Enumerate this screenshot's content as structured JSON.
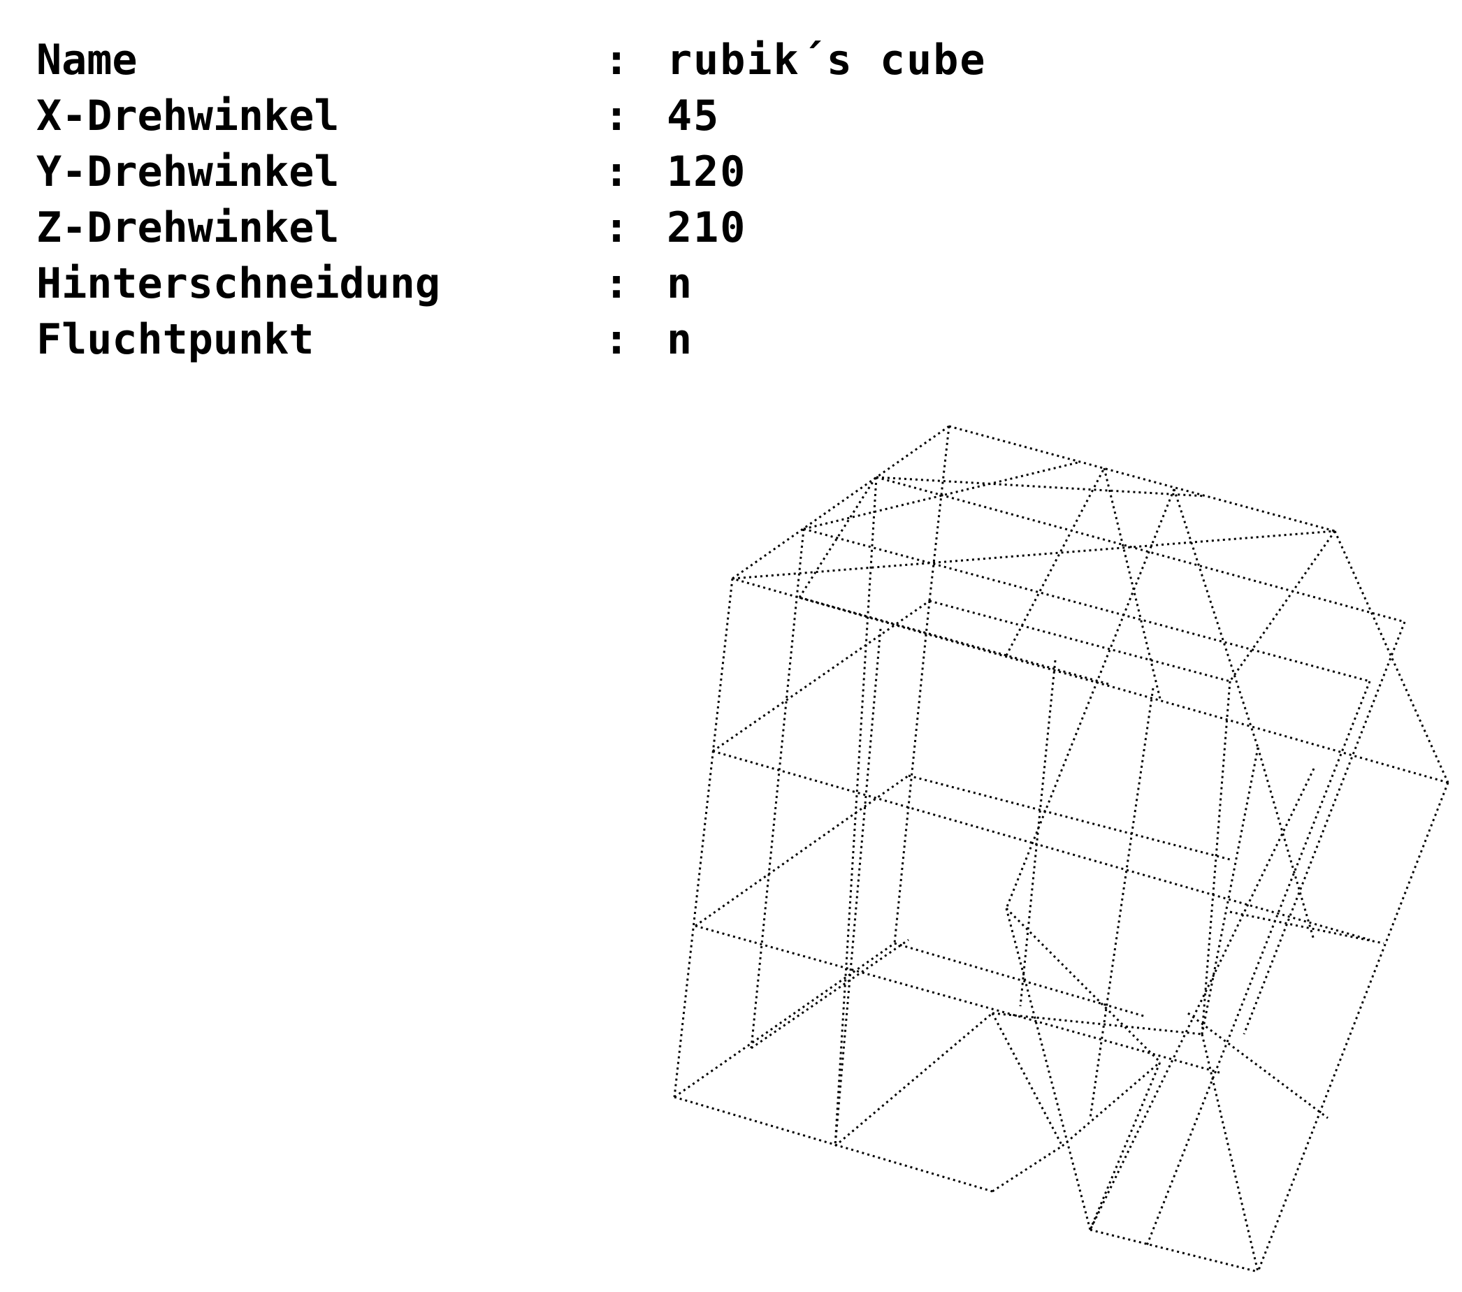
{
  "params": [
    {
      "label": "Name",
      "sep": ":",
      "value": "rubik´s cube"
    },
    {
      "label": "X-Drehwinkel",
      "sep": ":",
      "value": "45"
    },
    {
      "label": "Y-Drehwinkel",
      "sep": ":",
      "value": "120"
    },
    {
      "label": "Z-Drehwinkel",
      "sep": ":",
      "value": "210"
    },
    {
      "label": "Hinterschneidung",
      "sep": ":",
      "value": "n"
    },
    {
      "label": "Fluchtpunkt",
      "sep": ":",
      "value": "n"
    }
  ],
  "render": {
    "description": "wireframe-cube",
    "line_color": "#000000",
    "background": "#ffffff"
  }
}
